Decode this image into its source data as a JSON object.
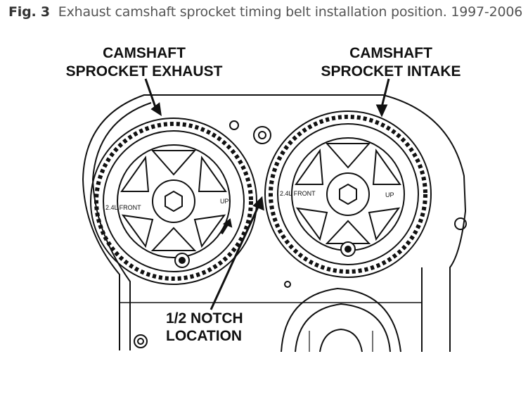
{
  "caption": {
    "fig_label": "Fig. 3",
    "text": "Exhaust camshaft sprocket timing belt installation position. 1997-2006"
  },
  "labels": {
    "exhaust_line1": "CAMSHAFT",
    "exhaust_line2": "SPROCKET EXHAUST",
    "intake_line1": "CAMSHAFT",
    "intake_line2": "SPROCKET INTAKE",
    "notch_line1": "1/2 NOTCH",
    "notch_line2": "LOCATION"
  },
  "sprocket_marks": {
    "exhaust_front": "2.4L FRONT",
    "exhaust_up": "UP",
    "intake_front": "2.4L FRONT",
    "intake_up": "UP"
  }
}
